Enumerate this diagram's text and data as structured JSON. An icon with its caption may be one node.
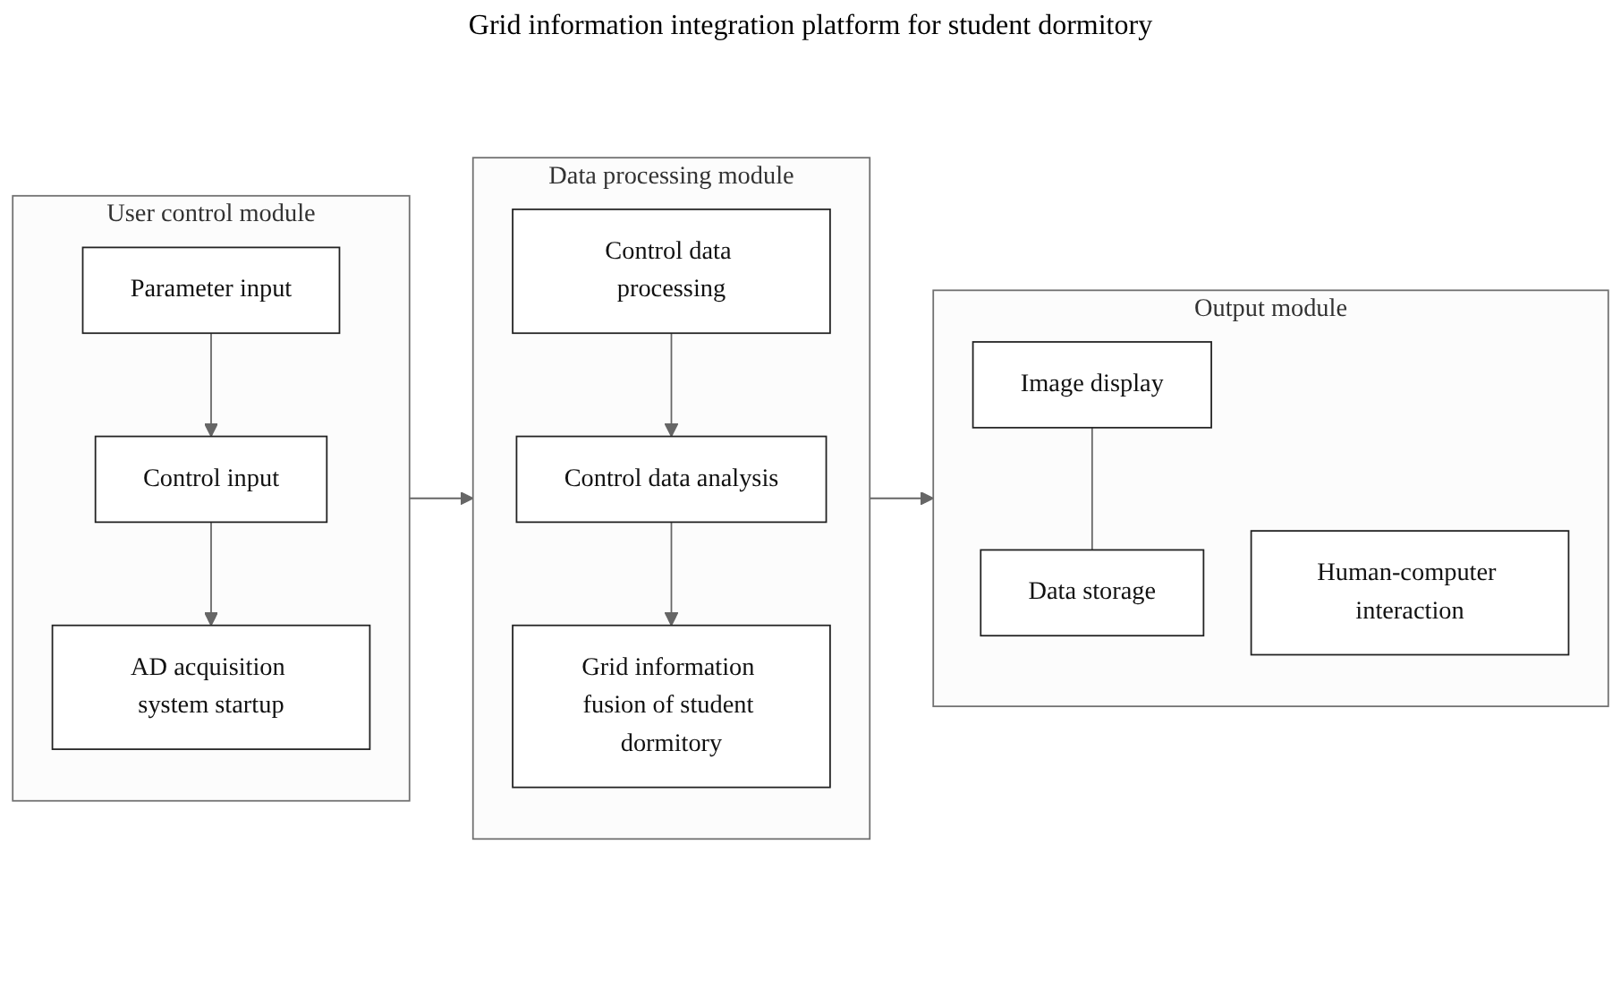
{
  "diagram": {
    "title": "Grid information integration platform for student dormitory",
    "nodes": [
      {
        "text": [
          "User control module"
        ]
      },
      {
        "text": [
          "Parameter input"
        ],
        "in": 0
      },
      {
        "text": [
          "Control input"
        ],
        "in": 0
      },
      {
        "text": [
          "AD acquisition system startup"
        ],
        "in": 0
      },
      {
        "text": [
          "Data processing module"
        ]
      },
      {
        "text": [
          "Control data processing"
        ],
        "in": 4
      },
      {
        "text": [
          "Control data analysis"
        ],
        "in": 4
      },
      {
        "text": [
          "Grid information fusion of student dormitory"
        ],
        "in": 4
      },
      {
        "text": [
          "Output module"
        ]
      },
      {
        "text": [
          "Image display"
        ],
        "in": 8
      },
      {
        "text": [
          "Data storage"
        ],
        "in": 8
      },
      {
        "text": [
          "Human-computer interaction"
        ],
        "in": 8
      }
    ],
    "edges": [
      {
        "from": 1,
        "to": 2,
        "arrow": "to"
      },
      {
        "from": 2,
        "to": 3,
        "arrow": "to"
      },
      {
        "from": 0,
        "to": 4,
        "arrow": "to"
      },
      {
        "from": 5,
        "to": 6,
        "arrow": "to"
      },
      {
        "from": 6,
        "to": 7,
        "arrow": "to"
      },
      {
        "from": 4,
        "to": 8,
        "arrow": "to"
      },
      {
        "from": 9,
        "to": 10,
        "arrow": "none"
      }
    ]
  }
}
